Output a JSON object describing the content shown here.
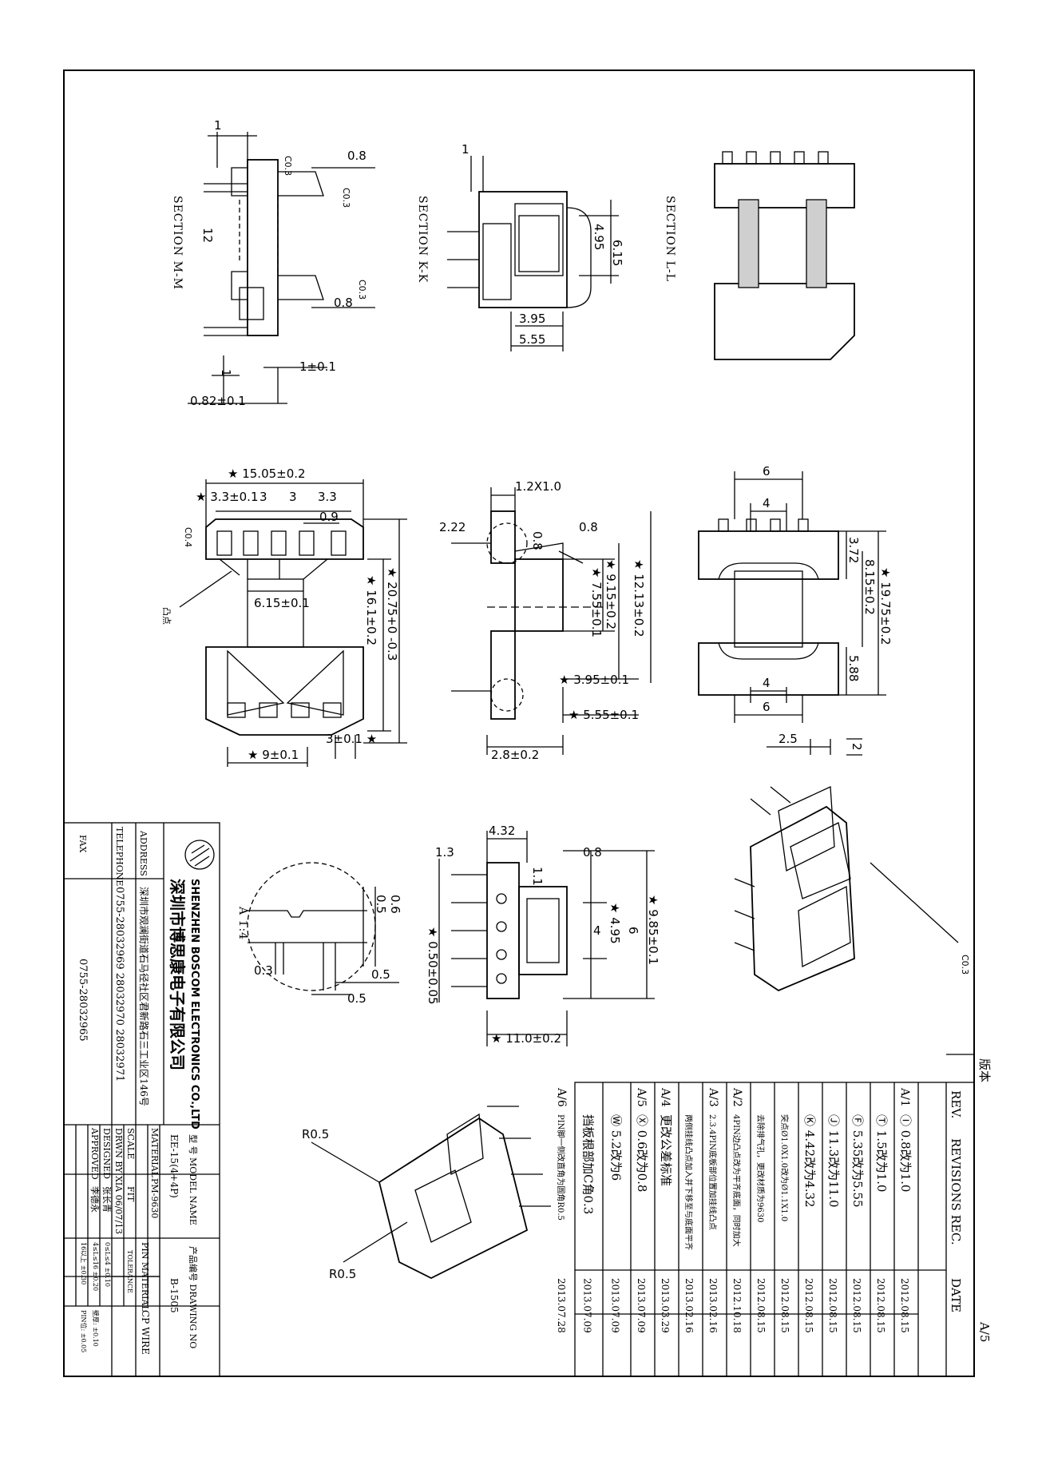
{
  "sections": {
    "mm": "SECTION M-M",
    "kk": "SECTION K-K",
    "ll": "SECTION L-L",
    "detail_a": "A 1:4"
  },
  "dims_mm": {
    "d1": "1",
    "d08a": "0.8",
    "c03a": "C0.3",
    "c03b": "C0.3",
    "d12": "12",
    "c03c": "C0.3",
    "d08b": "0.8",
    "d1b": "1",
    "d1_01": "1±0.1",
    "d082": "0.82±0.1"
  },
  "dims_kk": {
    "d1": "1",
    "d615": "6.15",
    "d495": "4.95",
    "d395": "3.95",
    "d555": "5.55"
  },
  "dims_top": {
    "d1505": "★ 15.05±0.2",
    "d33a": "★ 3.3±0.1",
    "d3a": "3",
    "d3b": "3",
    "d33b": "3.3",
    "d09": "0.9",
    "c04": "C0.4",
    "d615": "6.15±0.1",
    "d161": "★ 16.1±0.2",
    "d2075": "★ 20.75+0 -0.3",
    "d3_01": "3±0.1 ★",
    "d9": "★ 9±0.1",
    "convex": "凸点"
  },
  "dims_side": {
    "d12x10": "1.2X1.0",
    "d222": "2.22",
    "d08a": "0.8",
    "d08b": "0.8",
    "d1213": "★ 12.13±0.2",
    "d915": "★ 9.15±0.2",
    "d755": "★ 7.55±0.1",
    "d395": "★ 3.95±0.1",
    "d555": "★ 5.55±0.1",
    "d28": "2.8±0.2"
  },
  "dims_end": {
    "d6a": "6",
    "d4a": "4",
    "d372": "3.72",
    "d815": "8.15±0.2",
    "d1975": "★ 19.75±0.2",
    "d588": "5.88",
    "d4b": "4",
    "d6b": "6",
    "d25": "2.5",
    "d2": "2"
  },
  "dims_bottom": {
    "d432": "4.32",
    "d13": "1.3",
    "d08": "0.8",
    "d11": "1.1",
    "d985": "★ 9.85±0.1",
    "d6": "6",
    "d4": "4",
    "d495": "★ 4.95",
    "d110": "★ 11.0±0.2",
    "d0": "★ 0.50±0.05"
  },
  "detail_a": {
    "d06": "0.6",
    "d05a": "0.5",
    "d03": "0.3",
    "d05b": "0.5",
    "d05c": "0.5"
  },
  "iso": {
    "c03": "C0.3",
    "r05a": "R0.5",
    "r05b": "R0.5"
  },
  "company": {
    "name_cn": "深圳市博思康电子有限公司",
    "name_en": "SHENZHEN BOSCOM ELECTRONICS CO.,LTD",
    "address_label": "ADDRESS",
    "address": "深圳市观澜街道石马径社区君新路石三工业区146号",
    "telephone_label": "TELEPHONE",
    "telephone": "0755-28032969  28032970  28032971",
    "fax_label": "FAX",
    "fax": "0755-28032965"
  },
  "title_block": {
    "model_label": "型 号 MODEL NAME",
    "model": "EE-15(4+4P)",
    "drawing_no_label": "产品编号 DRAWING NO",
    "drawing_no": "B-1505",
    "material_label": "MATERIAL",
    "material": "PM-9630",
    "pin_label": "PIN MATERIAL",
    "pin_material": "CP WIRE",
    "scale_label": "SCALE",
    "scale": "FIT",
    "tolerance_label": "TOLERANCE",
    "drwn_label": "DRWN BY",
    "drwn": "XIA 06/07/13",
    "designed_label": "DESIGNED",
    "designed": "张长青",
    "approved_label": "APPROVED",
    "approved": "李德永",
    "tol1": "0≤L≤4   ±0.10",
    "tol2": "4≤L≤16  ±0.20",
    "tol3": "16以上   ±0.30",
    "tol4": "壁厚:   ±0.10",
    "tol5": "PIN位:  ±0.05"
  },
  "revisions": {
    "header_rev": "REV.",
    "header_rec": "REVISIONS REC.",
    "header_date": "DATE",
    "version_label": "版本",
    "version": "A/5",
    "rows": [
      {
        "rev": "A/1",
        "rec": "Ⓘ 0.8改为1.0",
        "date": "2012.08.15"
      },
      {
        "rev": "",
        "rec": "Ⓣ 1.5改为1.0",
        "date": "2012.08.15"
      },
      {
        "rev": "",
        "rec": "Ⓕ 5.35改为5.55",
        "date": "2012.08.15"
      },
      {
        "rev": "",
        "rec": "Ⓙ 11.3改为11.0",
        "date": "2012.08.15"
      },
      {
        "rev": "",
        "rec": "Ⓚ 4.42改为4.32",
        "date": "2012.08.15"
      },
      {
        "rev": "",
        "rec": "突点Ø1.0X1.0改为Ø1.1X1.0",
        "date": "2012.08.15"
      },
      {
        "rev": "",
        "rec": "去除排气孔，更改材质为9630",
        "date": "2012.08.15"
      },
      {
        "rev": "A/2",
        "rec": "4PIN边凸点改为平齐底面，同时加大",
        "date": "2012.10.18"
      },
      {
        "rev": "A/3",
        "rec": "2.3.4PIN底板部位置加挂线凸点",
        "date": "2013.02.16"
      },
      {
        "rev": "",
        "rec": "两侧挂线凸点加入并下移至与底面平齐",
        "date": "2013.02.16"
      },
      {
        "rev": "A/4",
        "rec": "更改公差标准",
        "date": "2013.03.29"
      },
      {
        "rev": "A/5",
        "rec": "Ⓧ 0.6改为0.8",
        "date": "2013.07.09"
      },
      {
        "rev": "",
        "rec": "Ⓦ 5.2改为6",
        "date": "2013.07.09"
      },
      {
        "rev": "",
        "rec": "挡板根部加C角0.3",
        "date": "2013.07.09"
      },
      {
        "rev": "A/6",
        "rec": "PIN脚一侧改直角为圆角R0.5",
        "date": "2013.07.28"
      }
    ]
  }
}
